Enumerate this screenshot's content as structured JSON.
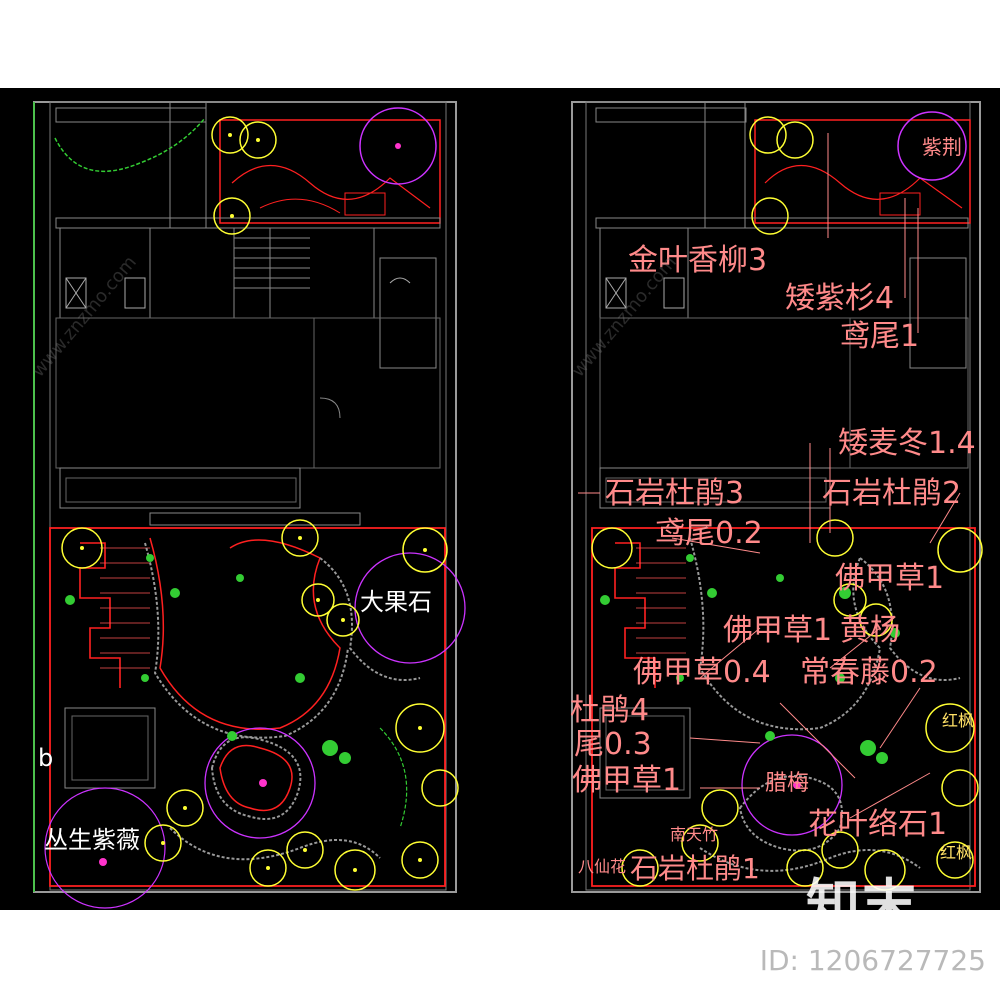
{
  "colors": {
    "background": "#000000",
    "wall": "#9a9a9a",
    "boundary": "#ff2020",
    "tree_ring": "#ffff33",
    "shrub_ring": "#cc33ff",
    "label_left": "#ffffff",
    "label_right": "#ff8a8a",
    "grass": "#33cc33"
  },
  "left_plan": {
    "labels": [
      "大果石",
      "b",
      "丛生紫薇"
    ]
  },
  "right_plan": {
    "labels": [
      "紫荆",
      "金叶香柳3",
      "矮紫杉4",
      "鸢尾1",
      "矮麦冬1.4",
      "石岩杜鹃3",
      "石岩杜鹃2",
      "鸢尾0.2",
      "佛甲草1",
      "佛甲草1",
      "黄杨",
      "佛甲草0.4",
      "常春藤0.2",
      "杜鹃4",
      "尾0.3",
      "佛甲草1",
      "红枫",
      "腊梅",
      "花叶络石1",
      "石岩杜鹃1",
      "南天竹",
      "八仙花",
      "红枫"
    ]
  },
  "watermark": {
    "brand": "知末",
    "image_id": "ID: 1206727725",
    "site": "www.znzmo.com"
  }
}
